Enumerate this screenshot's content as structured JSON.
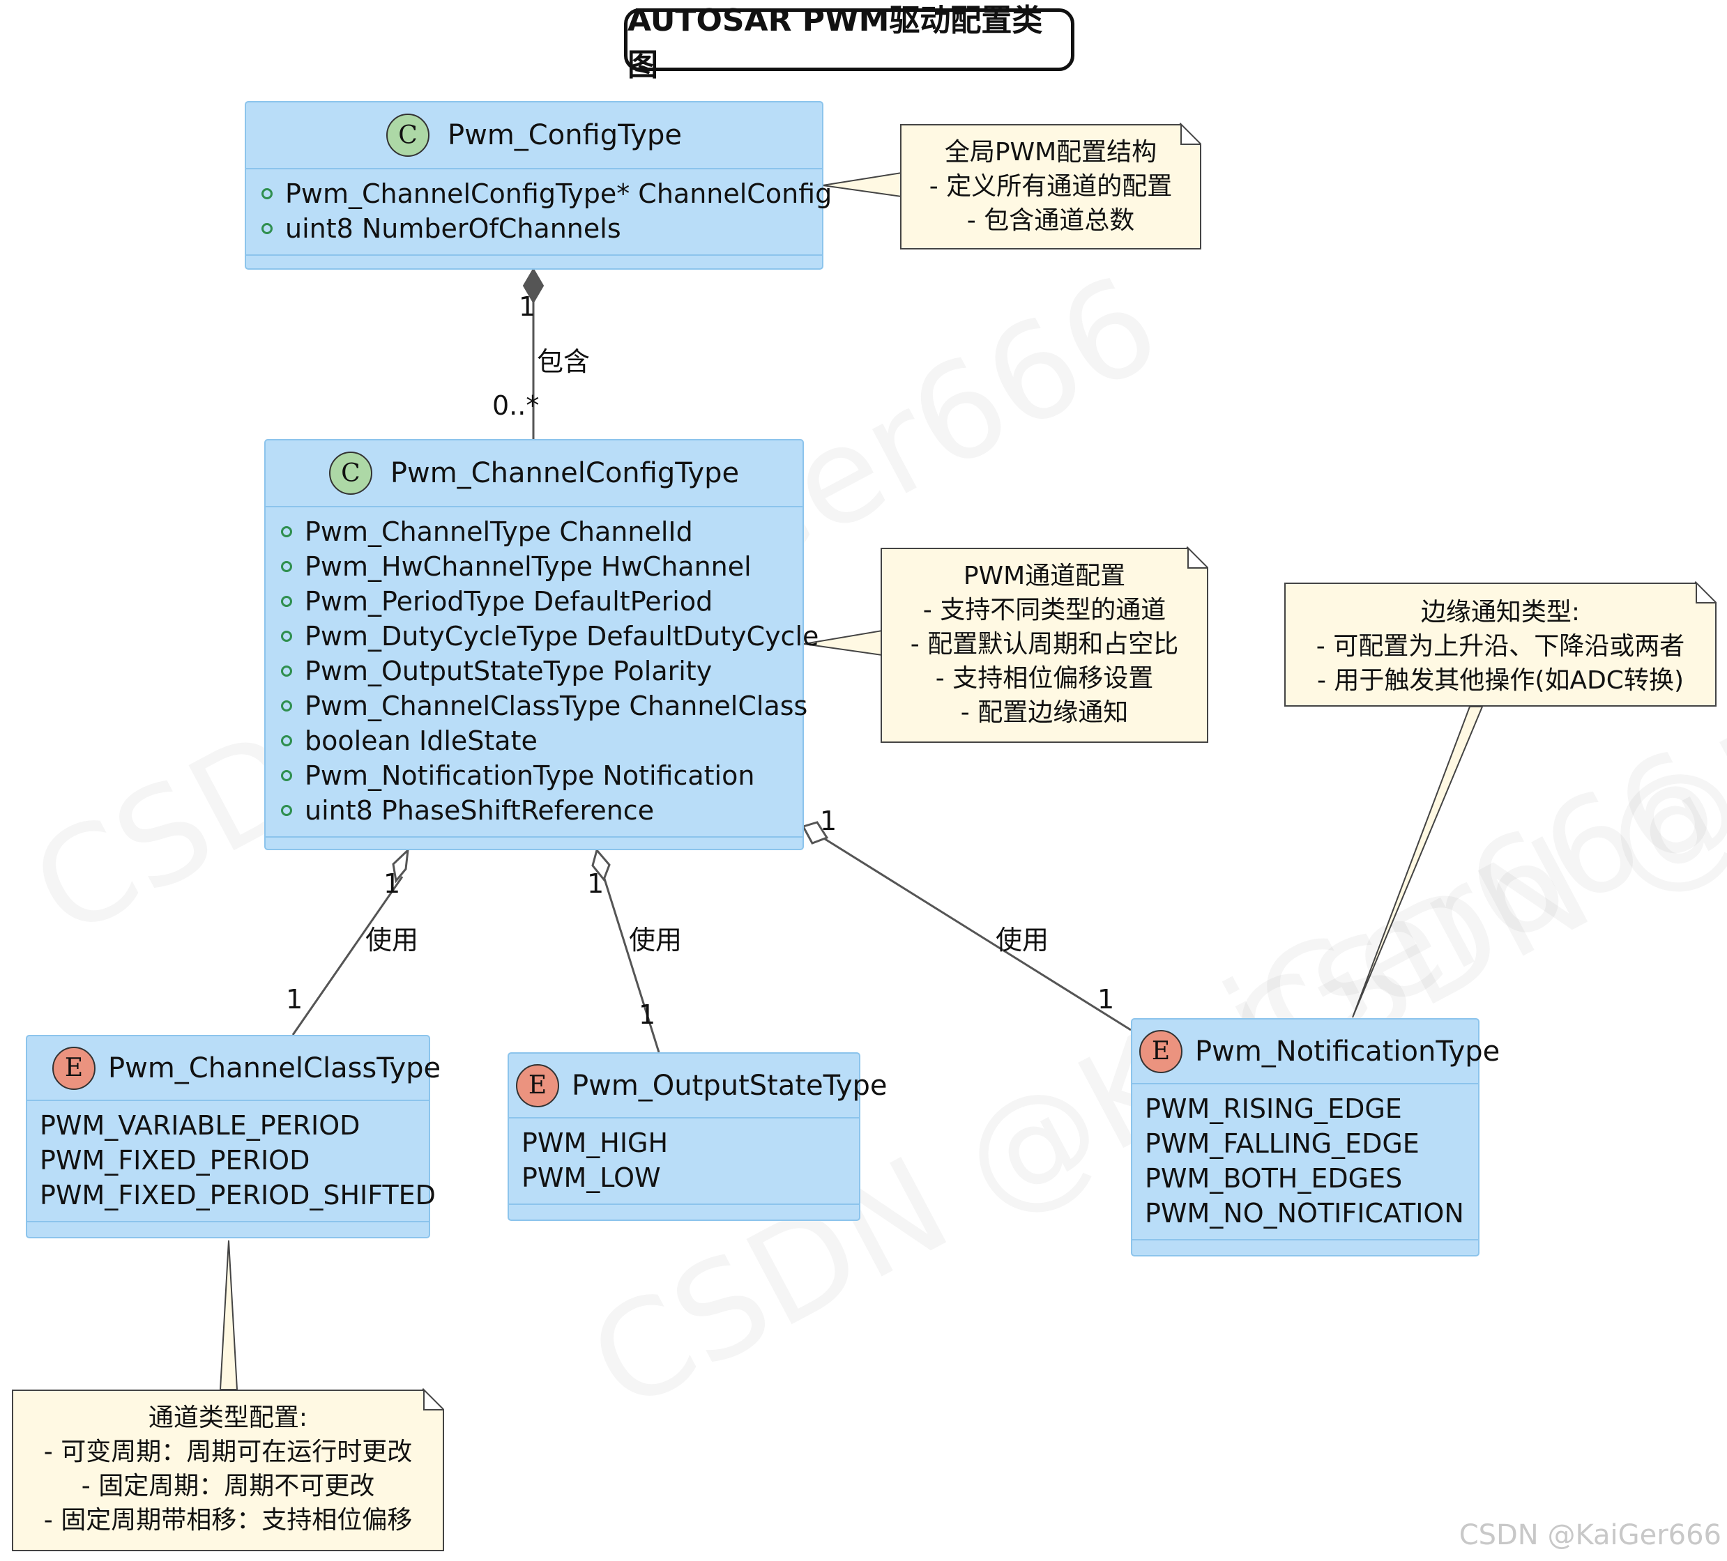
{
  "title": "AUTOSAR PWM驱动配置类图",
  "colors": {
    "class_fill": "#b9ddf8",
    "class_border": "#8cc4ec",
    "note_fill": "#fff9e3",
    "badge_class": "#add8a6",
    "badge_enum": "#eb937f"
  },
  "classes": {
    "config": {
      "badge": "C",
      "name": "Pwm_ConfigType",
      "fields": [
        "Pwm_ChannelConfigType* ChannelConfig",
        "uint8 NumberOfChannels"
      ]
    },
    "channel_config": {
      "badge": "C",
      "name": "Pwm_ChannelConfigType",
      "fields": [
        "Pwm_ChannelType ChannelId",
        "Pwm_HwChannelType HwChannel",
        "Pwm_PeriodType DefaultPeriod",
        "Pwm_DutyCycleType DefaultDutyCycle",
        "Pwm_OutputStateType Polarity",
        "Pwm_ChannelClassType ChannelClass",
        "boolean IdleState",
        "Pwm_NotificationType Notification",
        "uint8 PhaseShiftReference"
      ]
    }
  },
  "enums": {
    "channel_class": {
      "badge": "E",
      "name": "Pwm_ChannelClassType",
      "values": [
        "PWM_VARIABLE_PERIOD",
        "PWM_FIXED_PERIOD",
        "PWM_FIXED_PERIOD_SHIFTED"
      ]
    },
    "output_state": {
      "badge": "E",
      "name": "Pwm_OutputStateType",
      "values": [
        "PWM_HIGH",
        "PWM_LOW"
      ]
    },
    "notification": {
      "badge": "E",
      "name": "Pwm_NotificationType",
      "values": [
        "PWM_RISING_EDGE",
        "PWM_FALLING_EDGE",
        "PWM_BOTH_EDGES",
        "PWM_NO_NOTIFICATION"
      ]
    }
  },
  "notes": {
    "config": [
      "全局PWM配置结构",
      "- 定义所有通道的配置",
      "- 包含通道总数"
    ],
    "channel": [
      "PWM通道配置",
      "- 支持不同类型的通道",
      "- 配置默认周期和占空比",
      "- 支持相位偏移设置",
      "- 配置边缘通知"
    ],
    "edge": [
      "边缘通知类型:",
      "- 可配置为上升沿、下降沿或两者",
      "- 用于触发其他操作(如ADC转换)"
    ],
    "class_type": [
      "通道类型配置:",
      "- 可变周期：周期可在运行时更改",
      "- 固定周期：周期不可更改",
      "- 固定周期带相移：支持相位偏移"
    ]
  },
  "relations": {
    "contains": {
      "label": "包含",
      "source_mult": "1",
      "target_mult": "0..*"
    },
    "uses_class": {
      "label": "使用",
      "source_mult": "1",
      "target_mult": "1"
    },
    "uses_output": {
      "label": "使用",
      "source_mult": "1",
      "target_mult": "1"
    },
    "uses_notify": {
      "label": "使用",
      "source_mult": "1",
      "target_mult": "1"
    }
  },
  "watermark": {
    "center": "CSDN @KaiGer666",
    "corner": "CSDN @KaiGer666"
  }
}
